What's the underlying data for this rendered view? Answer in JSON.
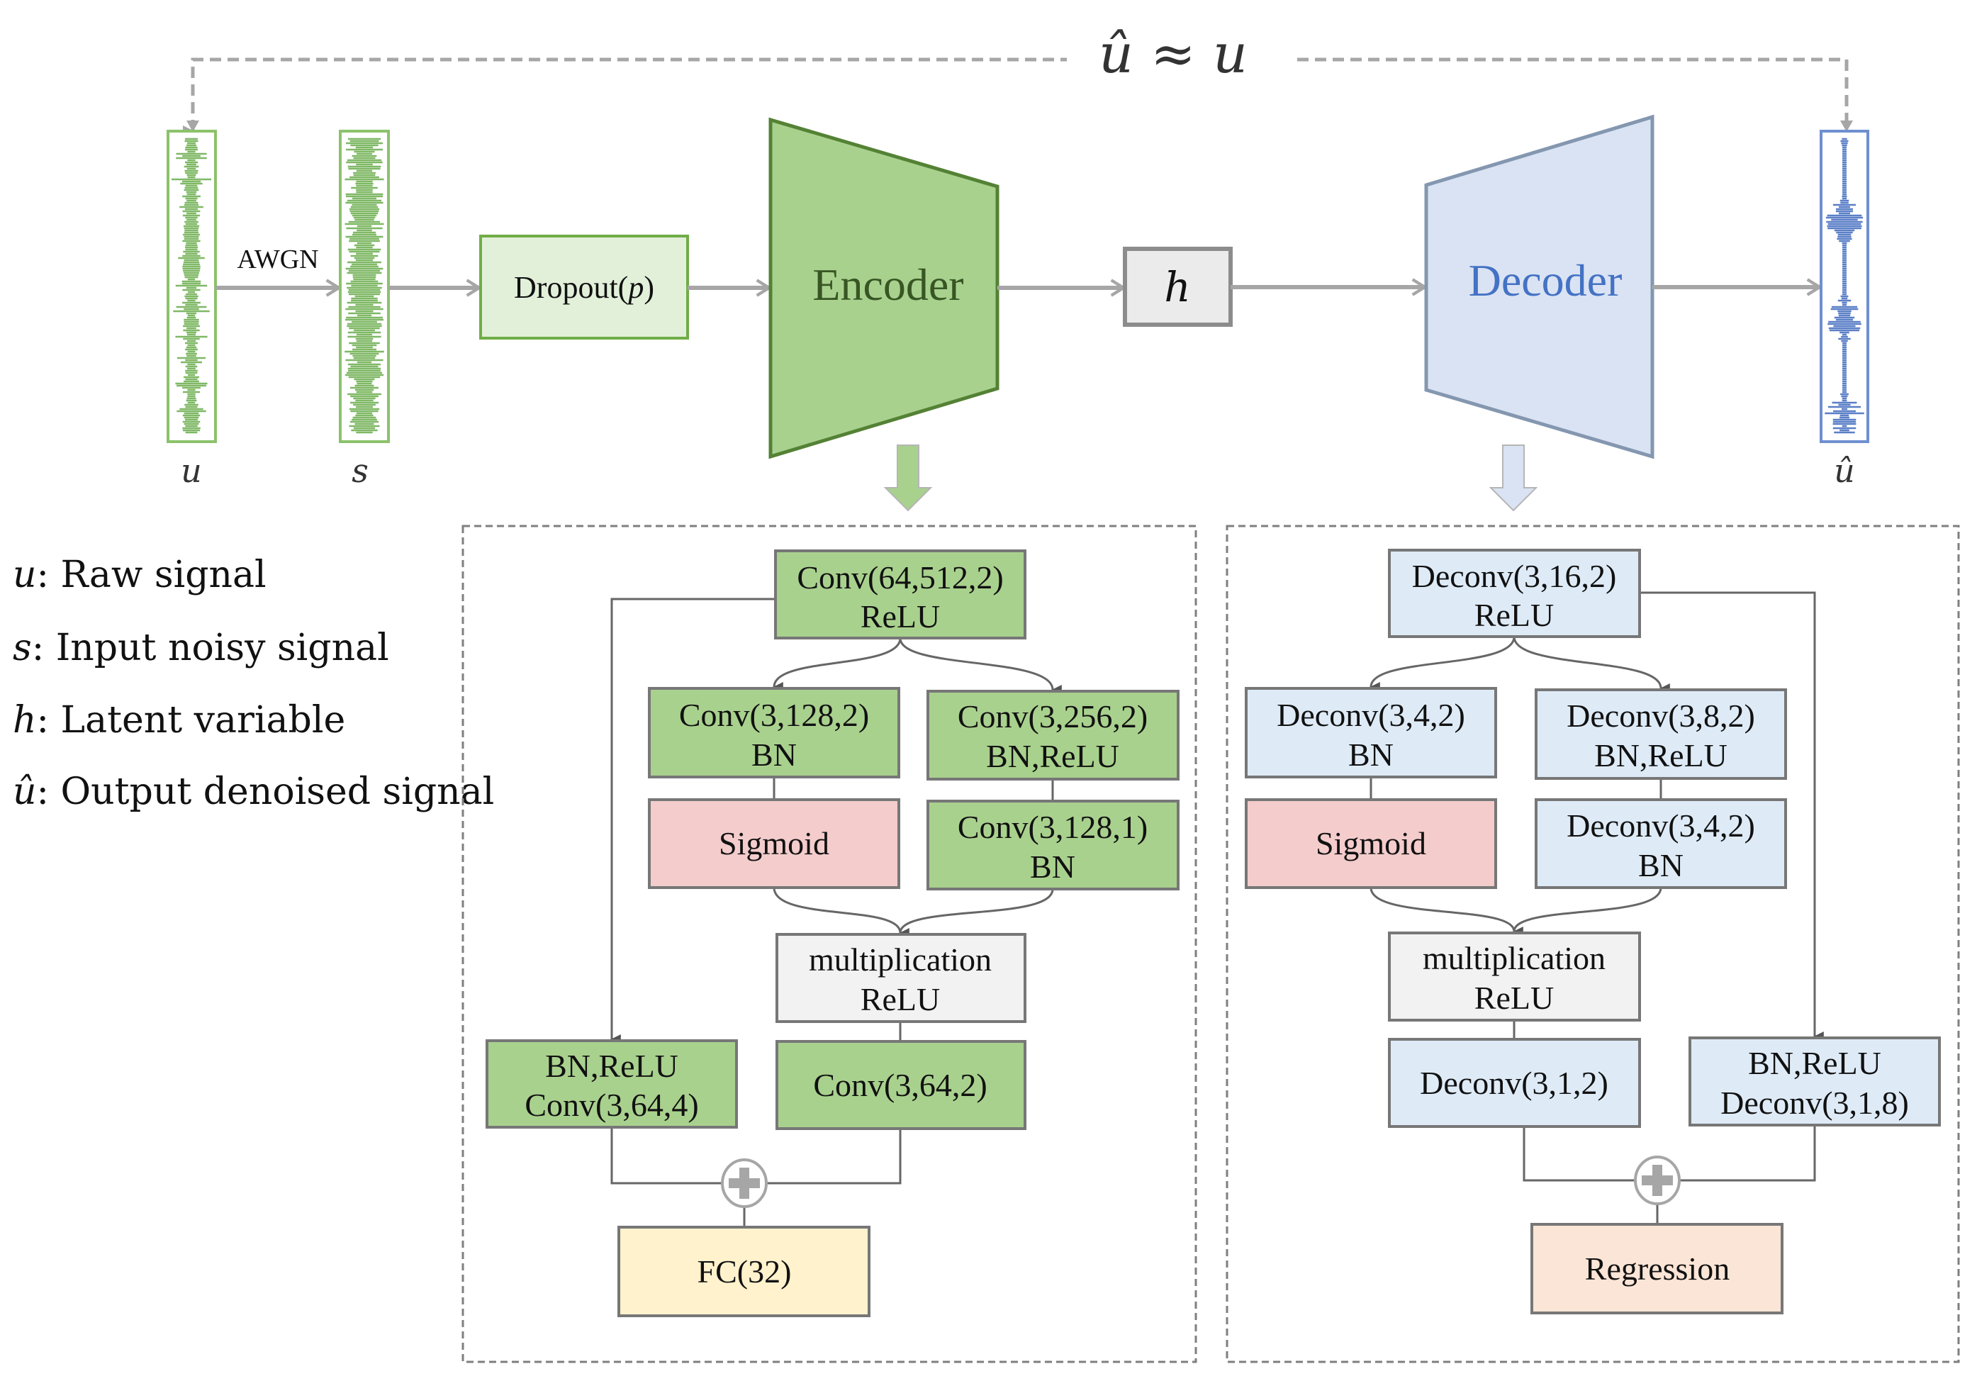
{
  "colors": {
    "green_fill": "#a9d18e",
    "green_light_fill": "#e2f0d9",
    "green_border": "#5f9a3c",
    "blue_fill": "#dae3f3",
    "blue_light_fill": "#deebf7",
    "blue_border": "#8497b0",
    "blue_text": "#4472c4",
    "pink_fill": "#f4cccc",
    "yellow_fill": "#fff2cc",
    "peach_fill": "#fbe5d6",
    "gray_fill": "#f2f2f2",
    "arrow_gray": "#a6a6a6",
    "line_dark": "#666666"
  },
  "top": {
    "formula": "û ≈ u",
    "awgn_label": "AWGN",
    "dropout_label": "Dropout(",
    "dropout_param": "p",
    "dropout_close": ")",
    "encoder_label": "Encoder",
    "latent_label": "h",
    "decoder_label": "Decoder",
    "signal_labels": {
      "raw": "u",
      "noisy": "s",
      "output": "û"
    }
  },
  "legend": [
    {
      "symbol": "u",
      "text": ": Raw signal"
    },
    {
      "symbol": "s",
      "text": ": Input noisy signal"
    },
    {
      "symbol": "h",
      "text": ": Latent variable"
    },
    {
      "symbol": "û",
      "text": ": Output denoised signal"
    }
  ],
  "encoder_panel": {
    "conv_in": {
      "line1": "Conv(64,512,2)",
      "line2": "ReLU"
    },
    "branch_a1": {
      "line1": "Conv(3,128,2)",
      "line2": "BN"
    },
    "branch_b1": {
      "line1": "Conv(3,256,2)",
      "line2": "BN,ReLU"
    },
    "sigmoid": {
      "line1": "Sigmoid"
    },
    "branch_b2": {
      "line1": "Conv(3,128,1)",
      "line2": "BN"
    },
    "mult": {
      "line1": "multiplication",
      "line2": "ReLU"
    },
    "skip": {
      "line1": "BN,ReLU",
      "line2": "Conv(3,64,4)"
    },
    "conv_out": {
      "line1": "Conv(3,64,2)"
    },
    "fc": {
      "line1": "FC(32)"
    }
  },
  "decoder_panel": {
    "deconv_in": {
      "line1": "Deconv(3,16,2)",
      "line2": "ReLU"
    },
    "branch_a1": {
      "line1": "Deconv(3,4,2)",
      "line2": "BN"
    },
    "branch_b1": {
      "line1": "Deconv(3,8,2)",
      "line2": "BN,ReLU"
    },
    "sigmoid": {
      "line1": "Sigmoid"
    },
    "branch_b2": {
      "line1": "Deconv(3,4,2)",
      "line2": "BN"
    },
    "mult": {
      "line1": "multiplication",
      "line2": "ReLU"
    },
    "deconv_out": {
      "line1": "Deconv(3,1,2)"
    },
    "skip": {
      "line1": "BN,ReLU",
      "line2": "Deconv(3,1,8)"
    },
    "regression": {
      "line1": "Regression"
    }
  }
}
